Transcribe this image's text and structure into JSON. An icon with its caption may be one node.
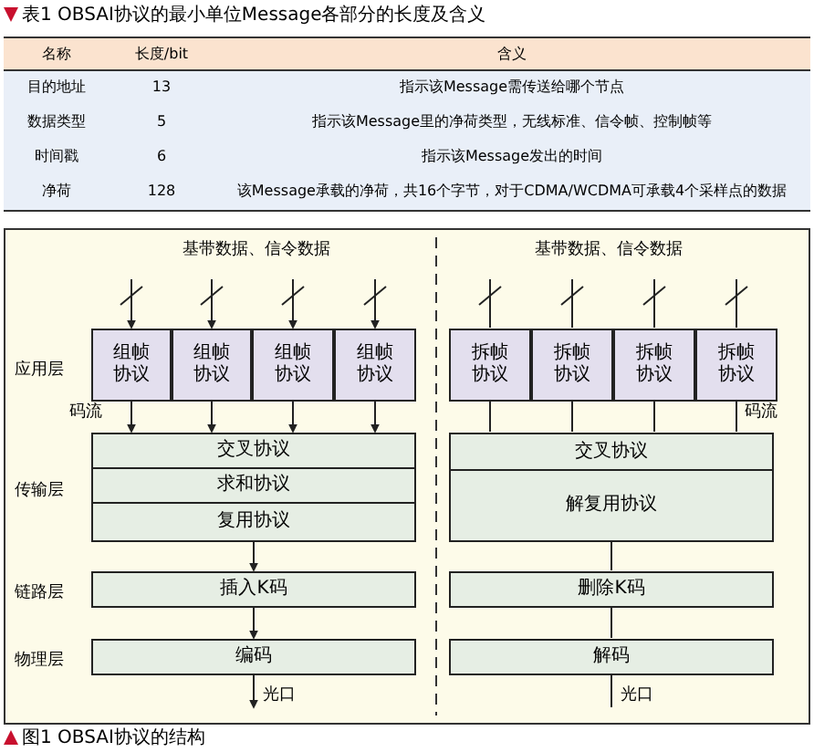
{
  "diagram": {
    "title": "表1 OBSAI协议的最小单位Message各部分的长度及含义",
    "caption": "图1 OBSAI协议的结构",
    "nodes": [
      {
        "text": [
          "组帧协议"
        ]
      },
      {
        "text": [
          "组帧协议"
        ]
      },
      {
        "text": [
          "组帧协议"
        ]
      },
      {
        "text": [
          "组帧协议"
        ]
      },
      {
        "text": [
          "交叉协议"
        ]
      },
      {
        "text": [
          "求和协议"
        ]
      },
      {
        "text": [
          "复用协议"
        ]
      },
      {
        "text": [
          "插入K码"
        ]
      },
      {
        "text": [
          "编码"
        ]
      },
      {
        "text": [
          "拆帧协议"
        ]
      },
      {
        "text": [
          "拆帧协议"
        ]
      },
      {
        "text": [
          "拆帧协议"
        ]
      },
      {
        "text": [
          "拆帧协议"
        ]
      },
      {
        "text": [
          "交叉协议"
        ]
      },
      {
        "text": [
          "解复用协议"
        ]
      },
      {
        "text": [
          "删除K码"
        ]
      },
      {
        "text": [
          "解码"
        ]
      }
    ],
    "edges": [
      {
        "from": null,
        "to": 0,
        "arrow": "to"
      },
      {
        "from": null,
        "to": 1,
        "arrow": "to"
      },
      {
        "from": null,
        "to": 2,
        "arrow": "to"
      },
      {
        "from": null,
        "to": 3,
        "arrow": "to"
      },
      {
        "from": 0,
        "to": 4,
        "arrow": "to"
      },
      {
        "from": 1,
        "to": 4,
        "arrow": "to"
      },
      {
        "from": 2,
        "to": 4,
        "arrow": "to"
      },
      {
        "from": 3,
        "to": 4,
        "arrow": "to"
      },
      {
        "from": 6,
        "to": 7,
        "arrow": "to"
      },
      {
        "from": 7,
        "to": 8,
        "arrow": "to"
      },
      {
        "from": 8,
        "to": null,
        "arrow": "to",
        "label": "光口"
      },
      {
        "from": null,
        "to": 9,
        "arrow": "none"
      },
      {
        "from": null,
        "to": 10,
        "arrow": "none"
      },
      {
        "from": null,
        "to": 11,
        "arrow": "none"
      },
      {
        "from": null,
        "to": 12,
        "arrow": "none"
      },
      {
        "from": 9,
        "to": 13,
        "arrow": "none"
      },
      {
        "from": 10,
        "to": 13,
        "arrow": "none"
      },
      {
        "from": 11,
        "to": 13,
        "arrow": "none"
      },
      {
        "from": 12,
        "to": 13,
        "arrow": "none"
      },
      {
        "from": 14,
        "to": 15,
        "arrow": "none"
      },
      {
        "from": 15,
        "to": 16,
        "arrow": "none"
      },
      {
        "from": 16,
        "to": null,
        "arrow": "none",
        "label": "光口"
      }
    ],
    "labels": [
      "名称",
      "长度/bit",
      "含义",
      "目的地址",
      "13",
      "指示该Message需传送给哪个节点",
      "数据类型",
      "5",
      "指示该Message里的净荷类型，无线标准、信令帧、控制帧等",
      "时间戳",
      "6",
      "指示该Message发出的时间",
      "净荷",
      "128",
      "该Message承载的净荷，共16个字节，对于CDMA/WCDMA可承载4个采样点的数据",
      "基带数据、信令数据",
      "应用层",
      "码流",
      "传输层",
      "链路层",
      "物理层",
      "基带数据、信令数据",
      "码流"
    ]
  }
}
